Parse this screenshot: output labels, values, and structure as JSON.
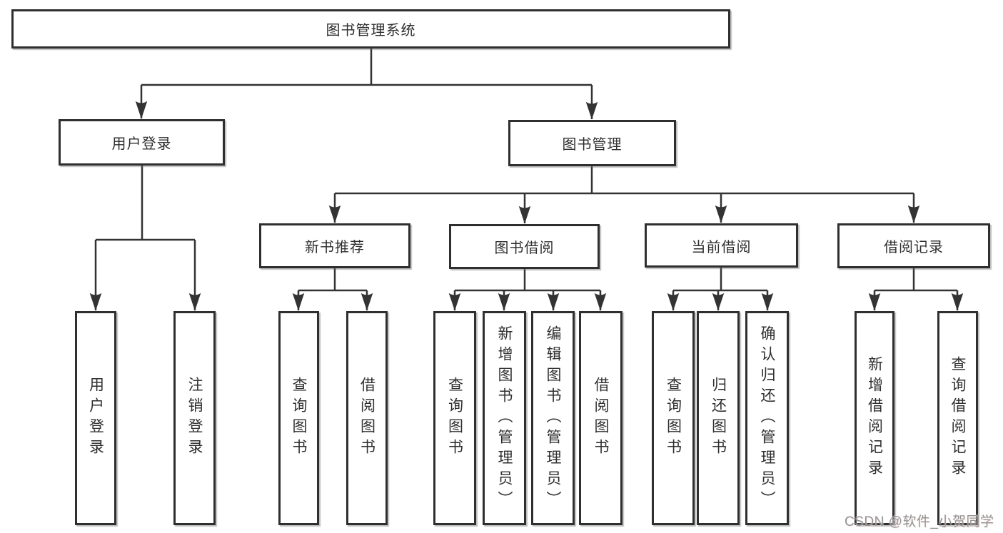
{
  "diagram": {
    "title": "图书管理系统",
    "watermark": "CSDN @软件_小贺同学",
    "colors": {
      "line": "#333333",
      "box_border": "#2f2f2f",
      "box_background": "#ffffff",
      "text": "#2f2f2f",
      "watermark_text": "#929292"
    },
    "nodes": {
      "root": "图书管理系统",
      "user_login": "用户登录",
      "book_mgmt": "图书管理",
      "new_books": "新书推荐",
      "book_borrow": "图书借阅",
      "current_borrow": "当前借阅",
      "borrow_records": "借阅记录"
    },
    "leaves": {
      "user_login": [
        "用户登录",
        "注销登录"
      ],
      "new_books": [
        "查询图书",
        "借阅图书"
      ],
      "book_borrow": [
        "查询图书",
        "新增图书（管理员）",
        "编辑图书（管理员）",
        "借阅图书"
      ],
      "current_borrow": [
        "查询图书",
        "归还图书",
        "确认归还（管理员）"
      ],
      "borrow_records": [
        "新增借阅记录",
        "查询借阅记录"
      ]
    }
  }
}
